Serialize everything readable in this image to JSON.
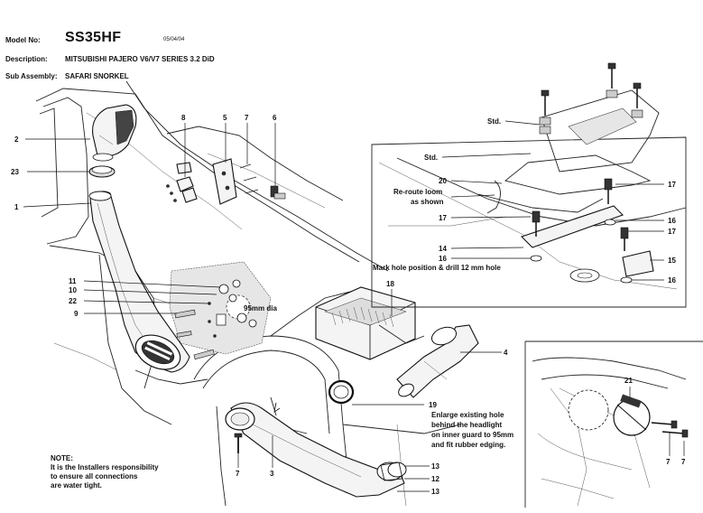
{
  "header": {
    "model_label": "Model No:",
    "model_value": "SS35HF",
    "date": "05/04/04",
    "description_label": "Description:",
    "description_value": "MITSUBISHI PAJERO V6/V7 SERIES 3.2 DiD",
    "subassembly_label": "Sub Assembly:",
    "subassembly_value": "SAFARI SNORKEL"
  },
  "callouts": {
    "c1": "1",
    "c2": "2",
    "c3": "3",
    "c4": "4",
    "c5": "5",
    "c6": "6",
    "c7a": "7",
    "c7b": "7",
    "c7c": "7",
    "c7d": "7",
    "c8": "8",
    "c9": "9",
    "c10": "10",
    "c11": "11",
    "c12": "12",
    "c13a": "13",
    "c13b": "13",
    "c14": "14",
    "c15": "15",
    "c16a": "16",
    "c16b": "16",
    "c16c": "16",
    "c17a": "17",
    "c17b": "17",
    "c17c": "17",
    "c18": "18",
    "c19": "19",
    "c20": "20",
    "c21": "21",
    "c22": "22",
    "c23": "23"
  },
  "labels": {
    "std1": "Std.",
    "std2": "Std.",
    "reroute_1": "Re-route loom",
    "reroute_2": "as shown",
    "mark_hole": "Mark hole position & drill 12 mm hole",
    "dia": "95mm dia",
    "enlarge_1": "Enlarge existing hole",
    "enlarge_2": "behind the headlight",
    "enlarge_3": "on inner guard to 95mm",
    "enlarge_4": "and fit rubber edging."
  },
  "note": {
    "title": "NOTE:",
    "line1": "It is the Installers responsibility",
    "line2": "to ensure all connections",
    "line3": "are water tight."
  }
}
